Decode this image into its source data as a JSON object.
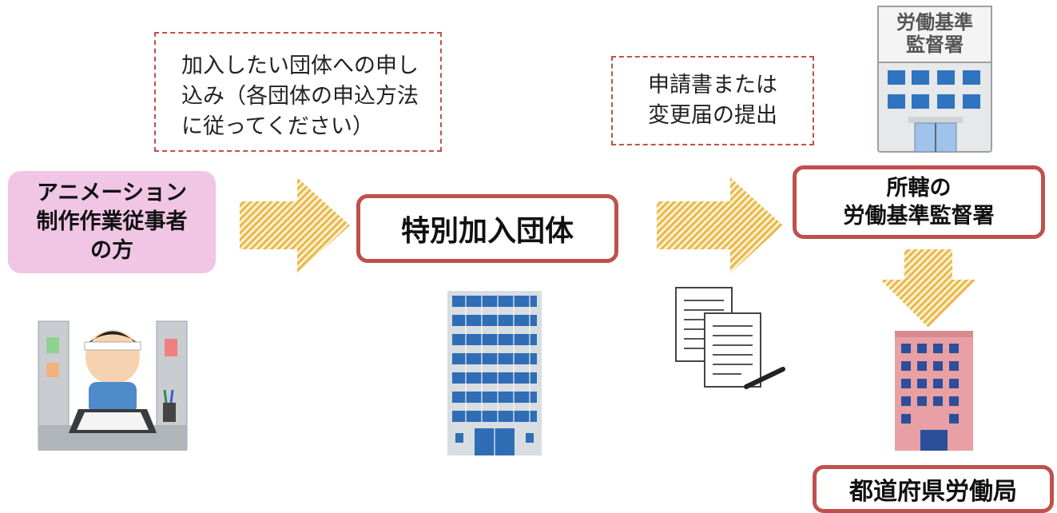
{
  "note_left": {
    "lines": [
      "加入したい団体への申し",
      "込み（各団体の申込方法",
      "に従ってください）"
    ]
  },
  "note_right": {
    "lines": [
      "申請書または",
      "変更届の提出"
    ]
  },
  "worker": {
    "lines": [
      "アニメーション",
      "制作作業従事者",
      "の方"
    ]
  },
  "organization": {
    "label": "特別加入団体"
  },
  "bureau_office": {
    "lines": [
      "所轄の",
      "労働基準監督署"
    ]
  },
  "prefecture_bureau": {
    "label": "都道府県労働局"
  },
  "building_sign": {
    "lines": [
      "労働基準",
      "監督署"
    ]
  },
  "colors": {
    "accent_red": "#c0504d",
    "arrow_yellow": "#e8b84a",
    "worker_pink": "#f0c6e4",
    "building_blue": "#2f6db5"
  }
}
